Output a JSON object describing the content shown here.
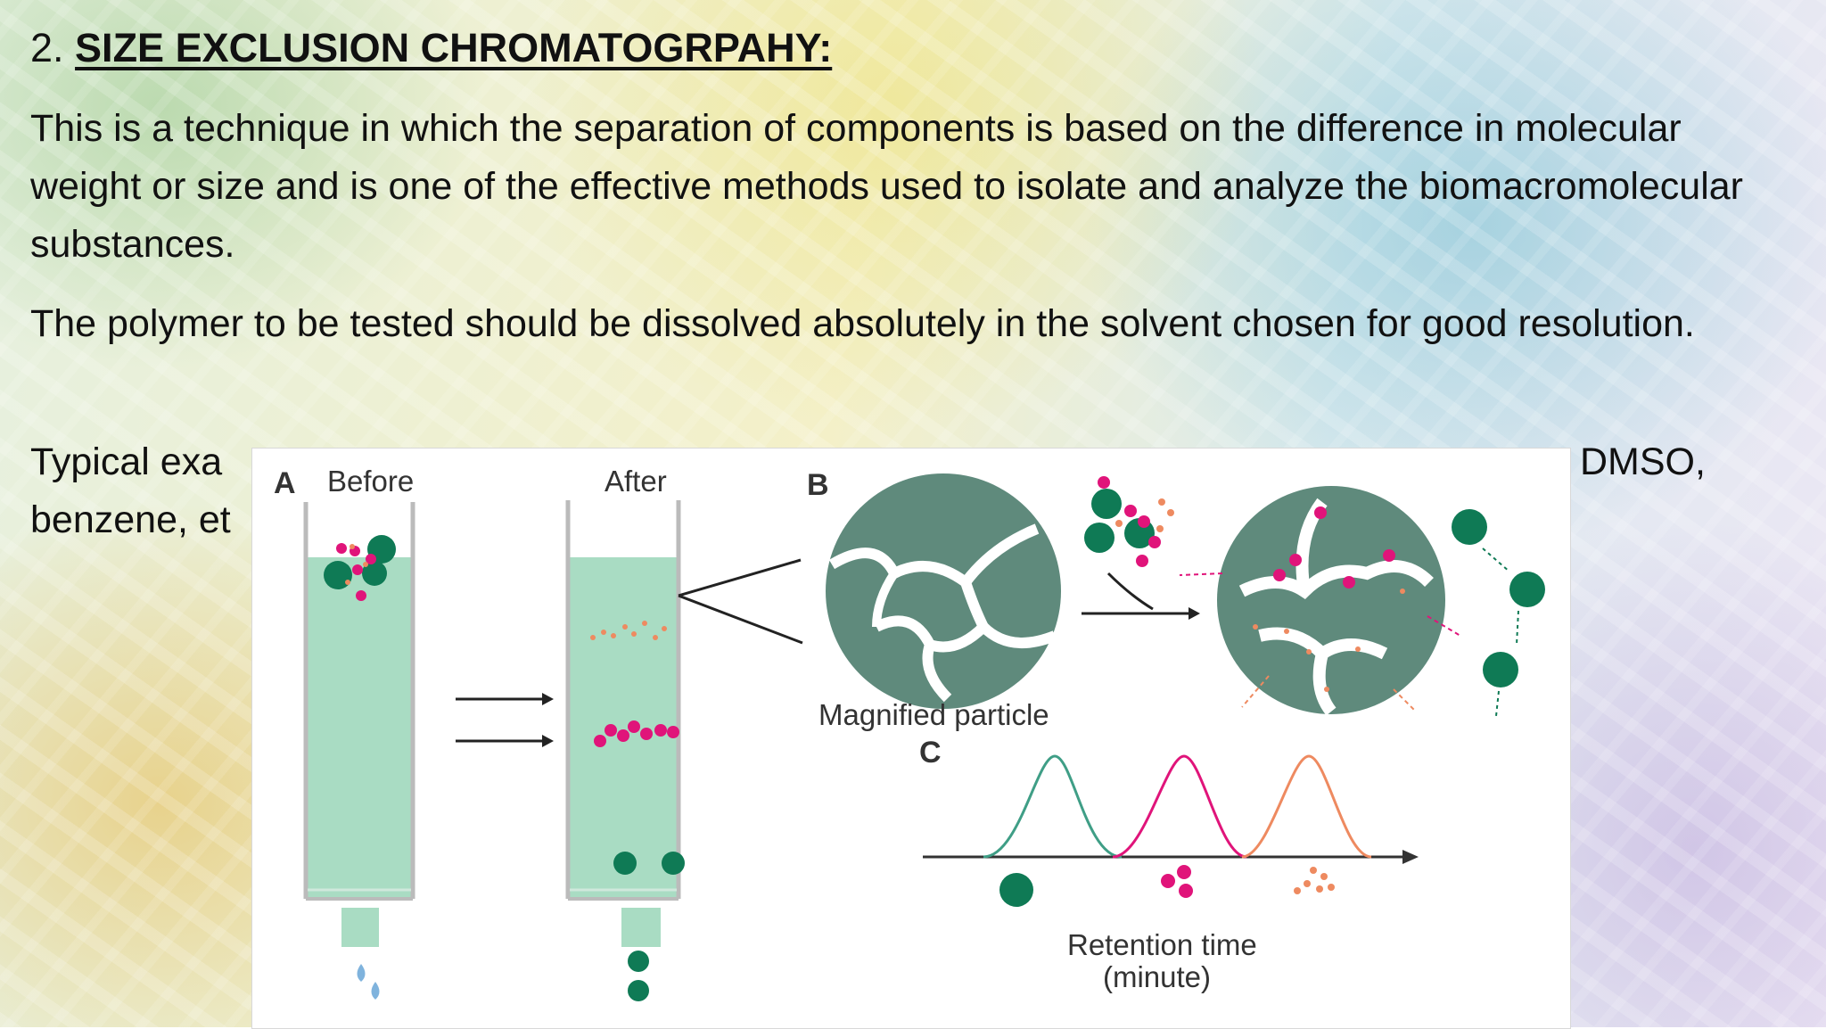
{
  "slide": {
    "heading_number": "2. ",
    "heading_title": "SIZE EXCLUSION CHROMATOGRPAHY:",
    "para1": "This is a technique in which the separation of components is based on the difference in molecular weight or size and is one of the effective methods used to isolate and analyze the biomacromolecular substances.",
    "para2": "The polymer to be tested should be dissolved absolutely in the solvent chosen for good resolution.",
    "para3_visible_left": "Typical exa",
    "para3_visible_right": "DMSO,",
    "para3_line2_left": "benzene, et"
  },
  "figure": {
    "panel_a_label": "A",
    "before_label": "Before",
    "after_label": "After",
    "panel_b_label": "B",
    "magnified_label": "Magnified particle",
    "panel_c_label": "C",
    "retention_label_line1": "Retention time",
    "retention_label_line2": "(minute)",
    "colors": {
      "gel": "#a9dcc3",
      "large_particle": "#0f7a55",
      "medium_particle": "#e0147a",
      "small_particle": "#ee8a60",
      "bead": "#5f8a7c",
      "drop": "#7fb3dd"
    }
  }
}
